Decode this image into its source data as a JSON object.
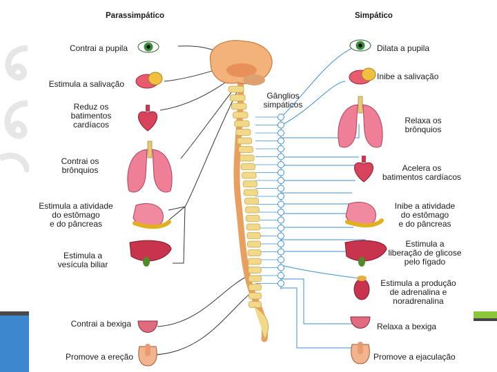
{
  "colors": {
    "nerve_para": "#333333",
    "nerve_sym": "#3b8fd4",
    "spine": "#f2d98a",
    "cord": "#e8a060",
    "brain": "#f3b27a",
    "organ_red": "#d8435c",
    "organ_pink": "#ef7f96",
    "eye_green": "#3c8a3a",
    "slide_blue": "#3d87cf",
    "slide_green": "#8cc63f"
  },
  "headers": {
    "para": "Parassimpático",
    "sym": "Simpático"
  },
  "ganglia_label": [
    "Gânglios",
    "simpáticos"
  ],
  "para_labels": [
    [
      "Contrai a pupila"
    ],
    [
      "Estimula a salivação"
    ],
    [
      "Reduz os",
      "batimentos",
      "cardíacos"
    ],
    [
      "Contrai os",
      "brônquios"
    ],
    [
      "Estimula a atividade",
      "do estômago",
      "e do pâncreas"
    ],
    [
      "Estimula a",
      "vesícula biliar"
    ],
    [
      "Contrai a bexiga"
    ],
    [
      "Promove a ereção"
    ]
  ],
  "sym_labels": [
    [
      "Dilata a pupila"
    ],
    [
      "Inibe a salivação"
    ],
    [
      "Relaxa os",
      "brônquios"
    ],
    [
      "Acelera os",
      "batimentos cardíacos"
    ],
    [
      "Inibe a atividade",
      "do estômago",
      "e do pâncreas"
    ],
    [
      "Estimula a",
      "liberação de glicose",
      "pelo fígado"
    ],
    [
      "Estimula a produção",
      "de adrenalina e",
      "noradrenalina"
    ],
    [
      "Relaxa a bexiga"
    ],
    [
      "Promove a ejaculação"
    ]
  ],
  "organs": {
    "left": [
      "eye-icon",
      "salivary-gland-icon",
      "heart-icon",
      "lungs-icon",
      "stomach-pancreas-icon",
      "liver-gallbladder-icon",
      "bladder-icon",
      "genitals-icon"
    ],
    "right": [
      "eye-icon",
      "salivary-gland-icon",
      "lungs-icon",
      "heart-icon",
      "stomach-pancreas-icon",
      "liver-icon",
      "adrenal-kidney-icon",
      "bladder-icon",
      "genitals-icon"
    ]
  }
}
